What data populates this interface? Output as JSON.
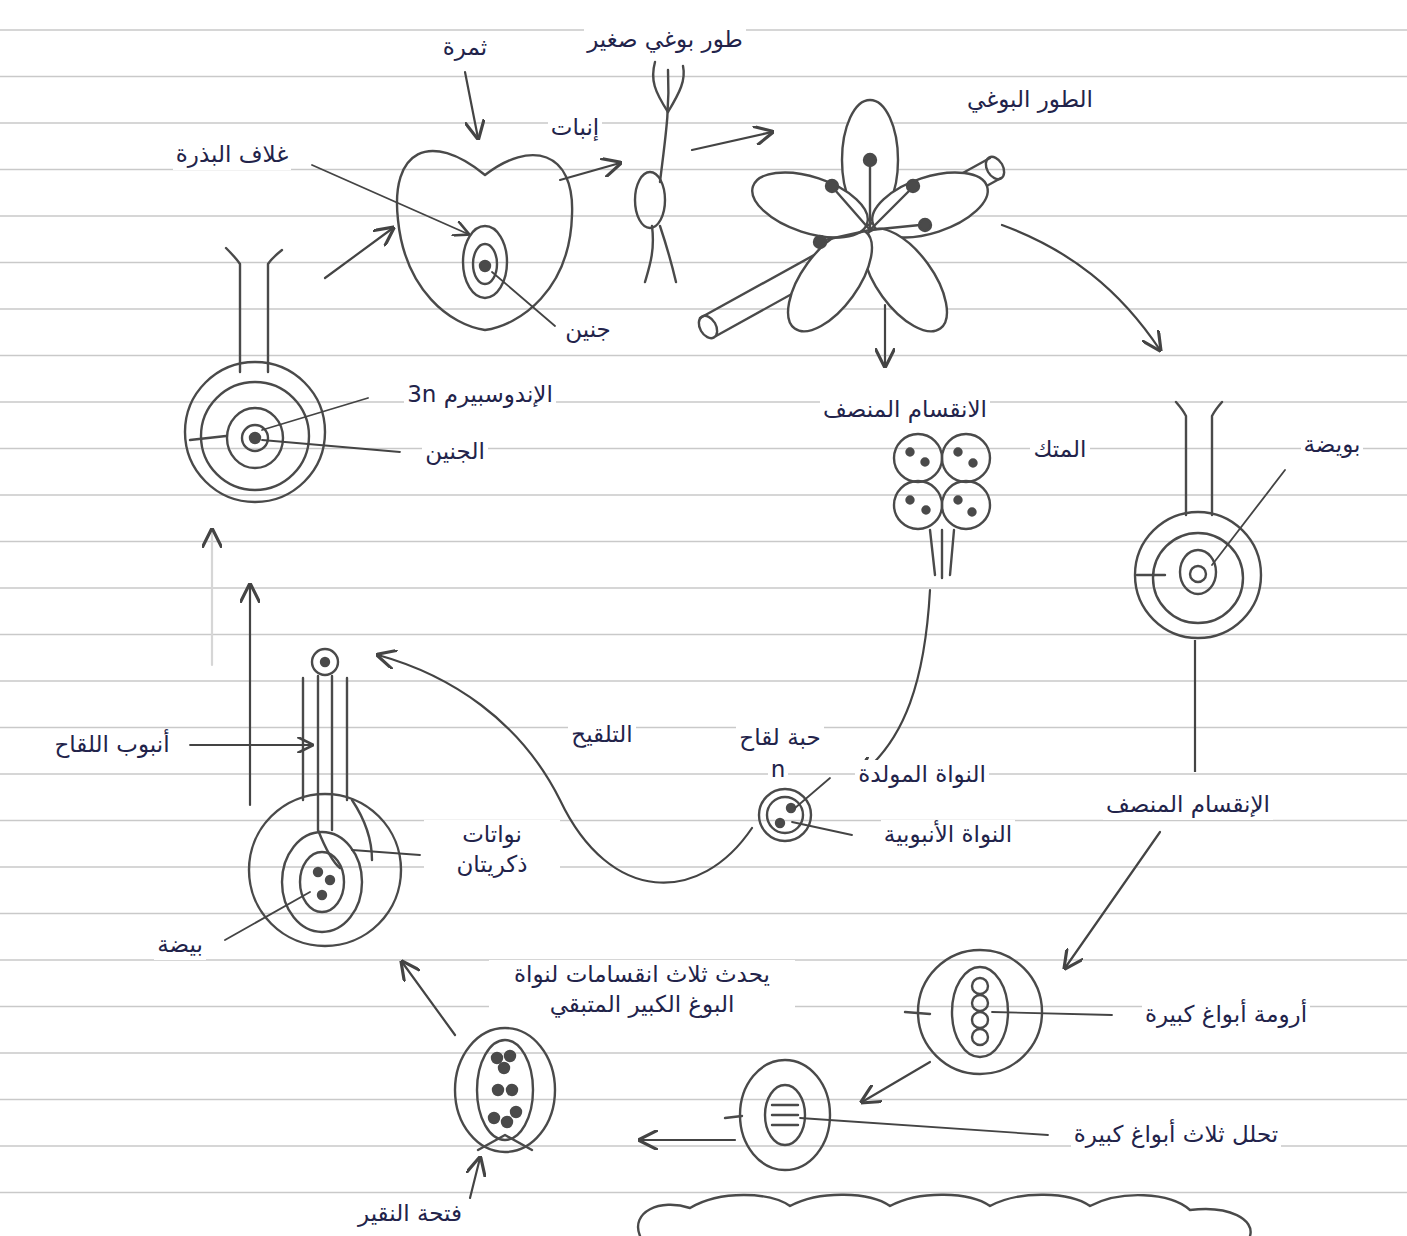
{
  "diagram": {
    "labels": [
      "طور بوغي صغير",
      "إنبات",
      "ثمرة",
      "غلاف البذرة",
      "جنين",
      "الطور البوغي",
      "الانقسام المنصف",
      "المتك",
      "بويضة",
      "الإندوسبيرم 3n",
      "الجنين",
      "حبة لقاح",
      "n",
      "النواة المولدة",
      "النواة الأنبوبية",
      "التلقيح",
      "أنبوب اللقاح",
      "نواتات ذكريتان",
      "الإنقسام المنصف",
      "بيضة",
      "يحدث ثلاث انقسامات لنواة البوغ الكبير المتبقي",
      "أرومة أبواغ كبيرة",
      "تحلل ثلاث أبواغ كبيرة",
      "فتحة النقير"
    ]
  }
}
